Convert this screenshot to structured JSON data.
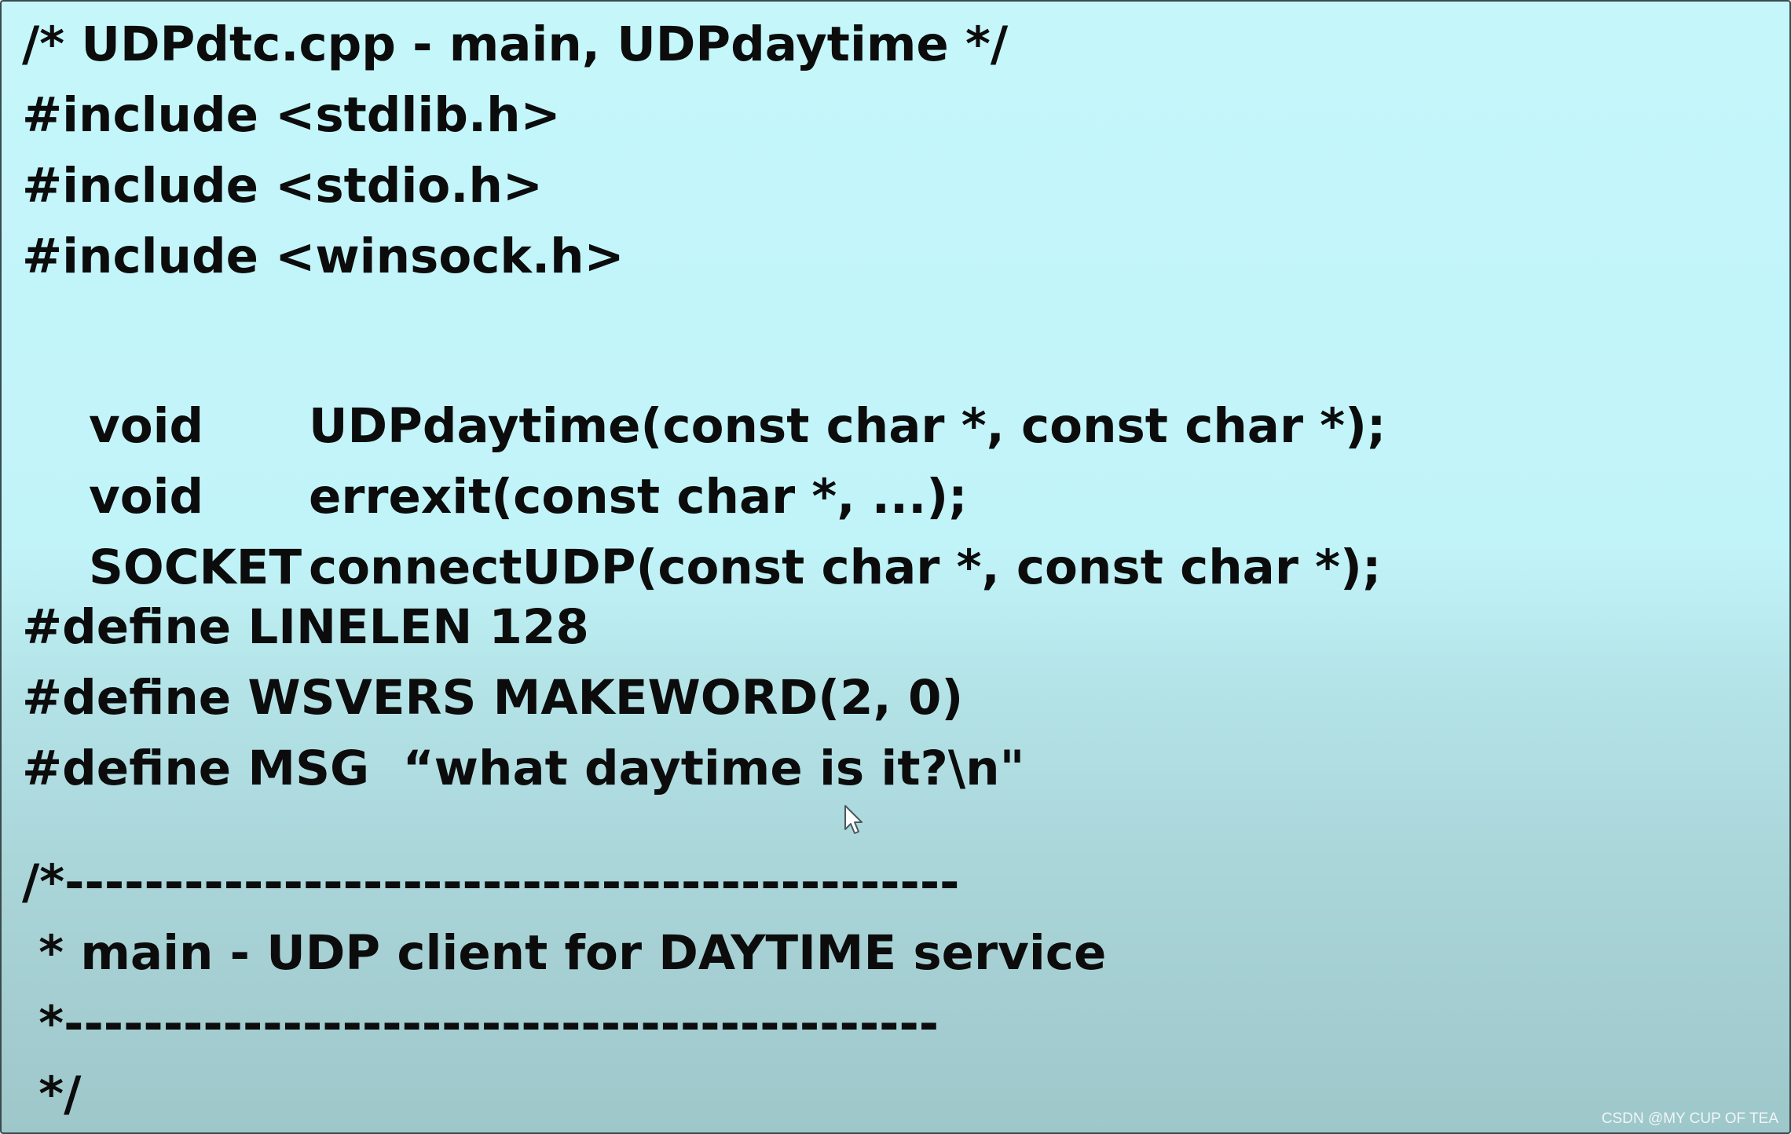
{
  "slide": {
    "header_comment": "/* UDPdtc.cpp - main, UDPdaytime */",
    "includes": [
      "#include <stdlib.h>",
      "#include <stdio.h>",
      "#include <winsock.h>"
    ],
    "prototypes": [
      {
        "type": "void",
        "signature": "UDPdaytime(const char *, const char *);"
      },
      {
        "type": "void",
        "signature": "errexit(const char *, ...);"
      },
      {
        "type": "SOCKET",
        "signature": "connectUDP(const char *, const char *);"
      }
    ],
    "defines": [
      "#define LINELEN 128",
      "#define WSVERS MAKEWORD(2, 0)",
      "#define MSG  “what daytime is it?\\n\""
    ],
    "block_comment": {
      "open": "/*---------------------------------------------",
      "text": " * main - UDP client for DAYTIME service",
      "rule": " *--------------------------------------------",
      "close": " */"
    }
  },
  "watermark": "CSDN @MY CUP OF TEA",
  "icons": {
    "cursor": "mouse-pointer-icon"
  }
}
